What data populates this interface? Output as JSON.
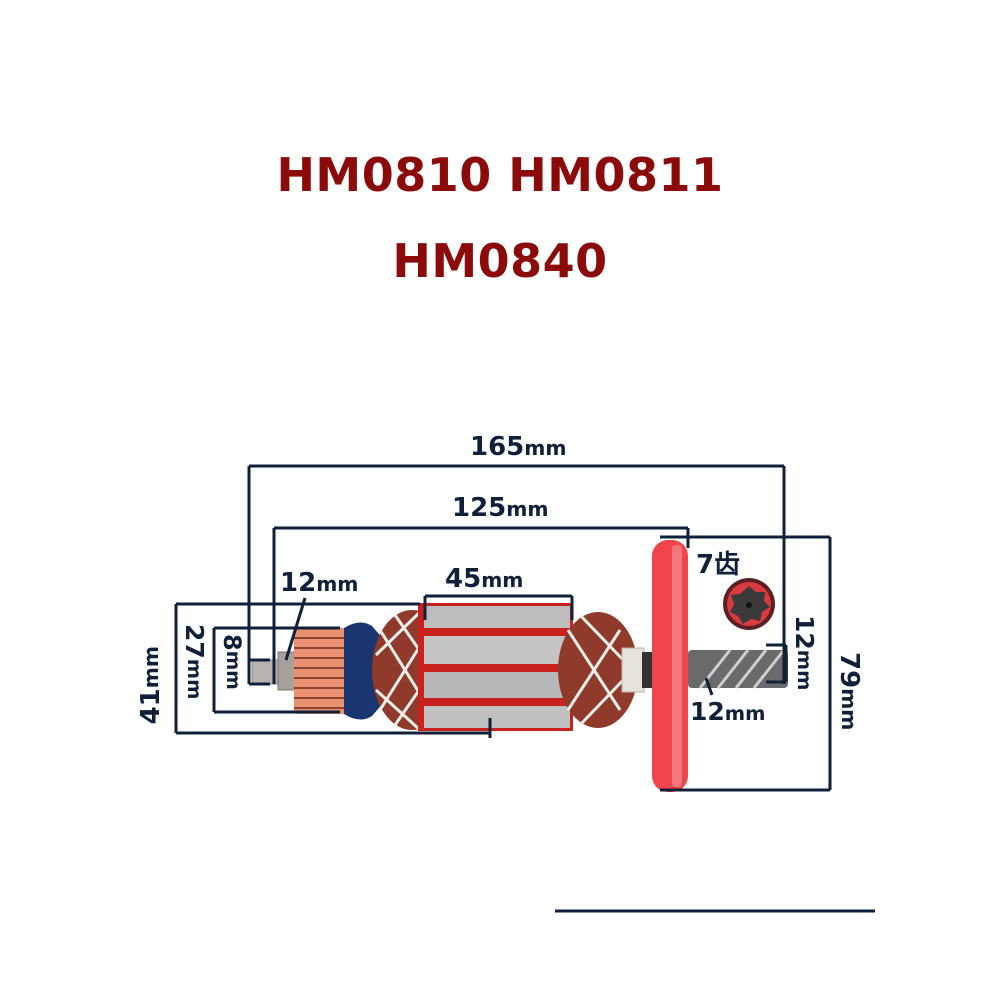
{
  "title": {
    "line1": "HM0810 HM0811",
    "line2": "HM0840"
  },
  "dimensions": {
    "overall_length": {
      "value": "165",
      "unit": "mm"
    },
    "shaft_to_fan_length": {
      "value": "125",
      "unit": "mm"
    },
    "core_length": {
      "value": "45",
      "unit": "mm"
    },
    "commutator_end_length": {
      "value": "12",
      "unit": "mm"
    },
    "shaft_diameter": {
      "value": "8",
      "unit": "mm"
    },
    "commutator_diameter": {
      "value": "27",
      "unit": "mm"
    },
    "core_diameter": {
      "value": "41",
      "unit": "mm"
    },
    "gear_length": {
      "value": "12",
      "unit": "mm"
    },
    "gear_diameter": {
      "value": "12",
      "unit": "mm"
    },
    "fan_diameter": {
      "value": "79",
      "unit": "mm"
    },
    "gear_teeth": "7齿"
  },
  "colors": {
    "title": "#8b0a0a",
    "dimension_lines": "#0f2038",
    "fan": "#f0454c",
    "copper": "#e89070",
    "insulator": "#1a3570"
  }
}
